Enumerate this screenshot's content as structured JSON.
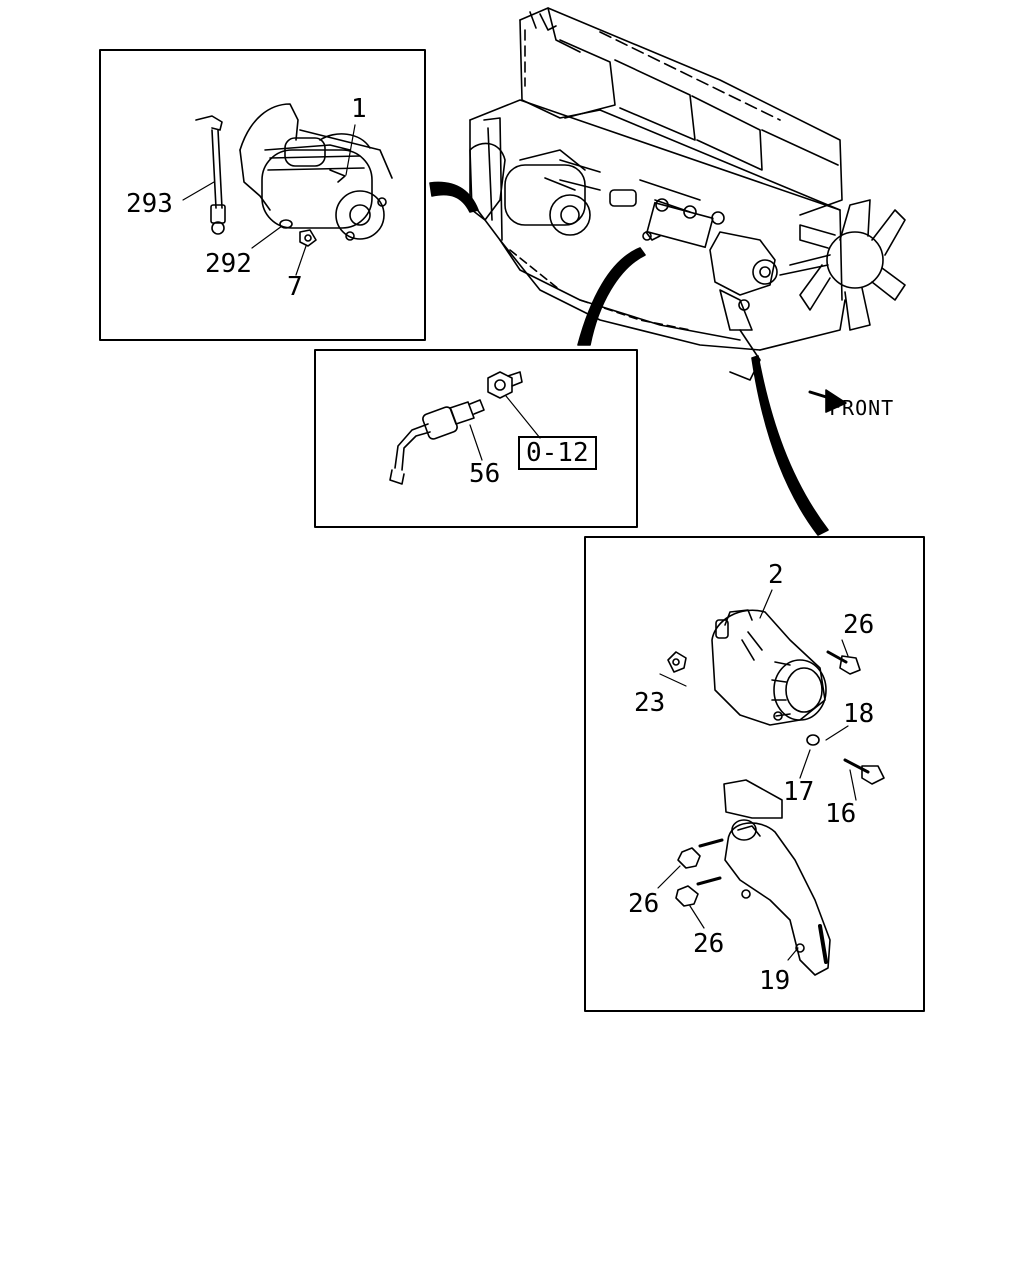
{
  "diagram": {
    "direction_label": "FRONT",
    "reference_code": "0-12",
    "starter_detail": {
      "callouts": [
        "1",
        "293",
        "292",
        "7"
      ]
    },
    "sensor_detail": {
      "callouts": [
        "56"
      ]
    },
    "alternator_detail": {
      "callouts": [
        "2",
        "26",
        "23",
        "18",
        "17",
        "16",
        "26",
        "26",
        "19"
      ]
    }
  }
}
